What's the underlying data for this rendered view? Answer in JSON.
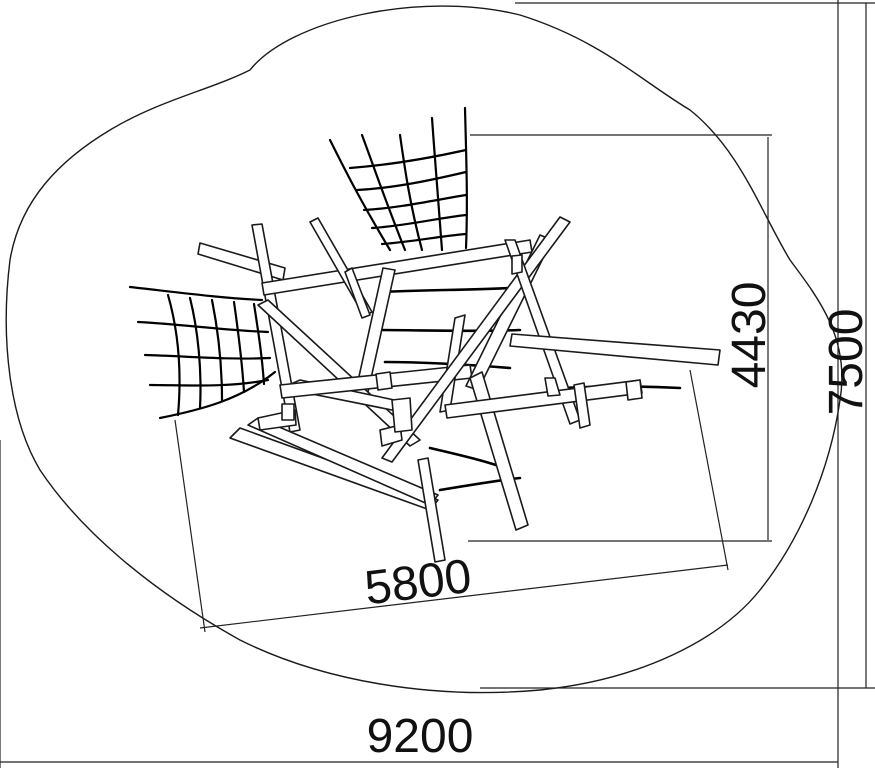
{
  "dimensions": {
    "overall_width": "9200",
    "overall_depth": "7500",
    "structure_width": "5800",
    "structure_depth": "4430"
  }
}
